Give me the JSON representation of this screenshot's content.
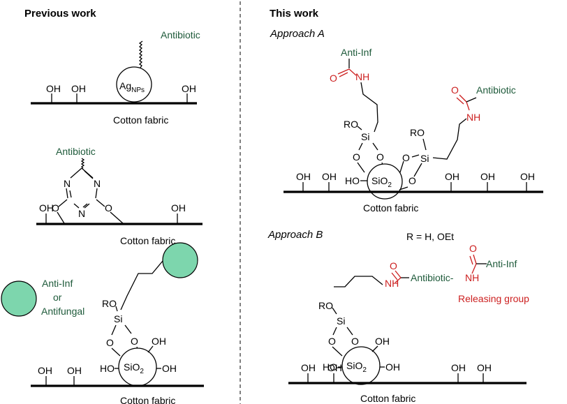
{
  "headers": {
    "previous": "Previous work",
    "current": "This work"
  },
  "approaches": {
    "a": "Approach A",
    "b": "Approach B"
  },
  "r_definition": "R = H, OEt",
  "substrate": "Cotton fabric",
  "groups": {
    "oh": "OH",
    "ho": "HO",
    "ro": "RO",
    "si": "Si",
    "o": "O",
    "n": "N",
    "nh": "NH",
    "ag": "Ag",
    "nps": "NPs",
    "sio": "SiO",
    "two": "2"
  },
  "agents": {
    "antibiotic": "Antibiotic",
    "anti_inf": "Anti-Inf",
    "or": "or",
    "antifungal": "Antifungal",
    "releasing": "Releasing group",
    "antibiotic_link": "Antibiotic-"
  },
  "colors": {
    "agent_green": "#1e5a3a",
    "linker_red": "#cc1f1f",
    "sphere_fill": "#7dd6ad"
  }
}
